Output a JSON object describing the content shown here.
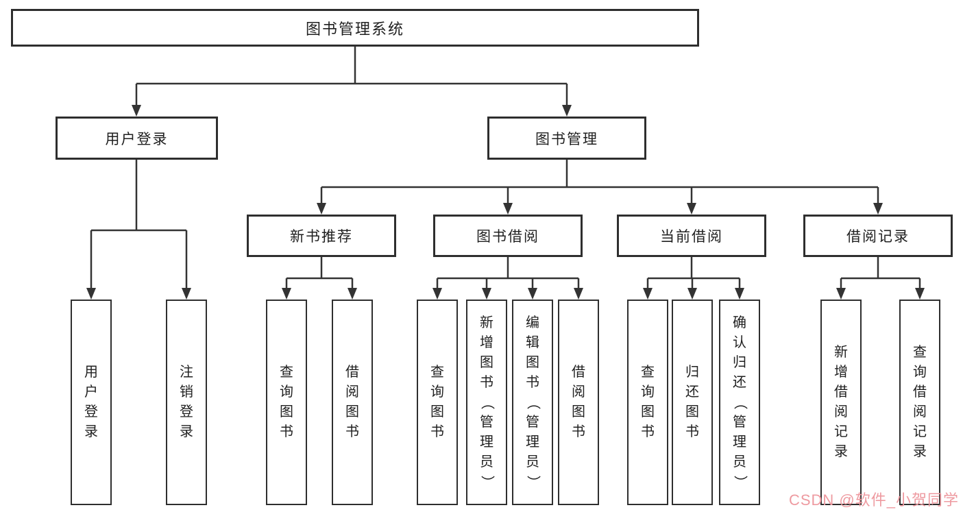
{
  "tree": {
    "root": {
      "label": "图书管理系统"
    },
    "children": [
      {
        "label": "用户登录",
        "children": [
          "用户登录",
          "注销登录"
        ]
      },
      {
        "label": "图书管理",
        "children": [
          {
            "label": "新书推荐",
            "children": [
              "查询图书",
              "借阅图书"
            ]
          },
          {
            "label": "图书借阅",
            "children": [
              "查询图书",
              "新增图书（管理员）",
              "编辑图书（管理员）",
              "借阅图书"
            ]
          },
          {
            "label": "当前借阅",
            "children": [
              "查询图书",
              "归还图书",
              "确认归还（管理员）"
            ]
          },
          {
            "label": "借阅记录",
            "children": [
              "新增借阅记录",
              "查询借阅记录"
            ]
          }
        ]
      }
    ]
  },
  "watermark": {
    "text": "CSDN @软件_小贺同学",
    "color": "#ee9aa0"
  },
  "colors": {
    "line": "#333333",
    "box_border": "#2e2e2e",
    "text": "#1f1f1f",
    "background": "#ffffff"
  }
}
